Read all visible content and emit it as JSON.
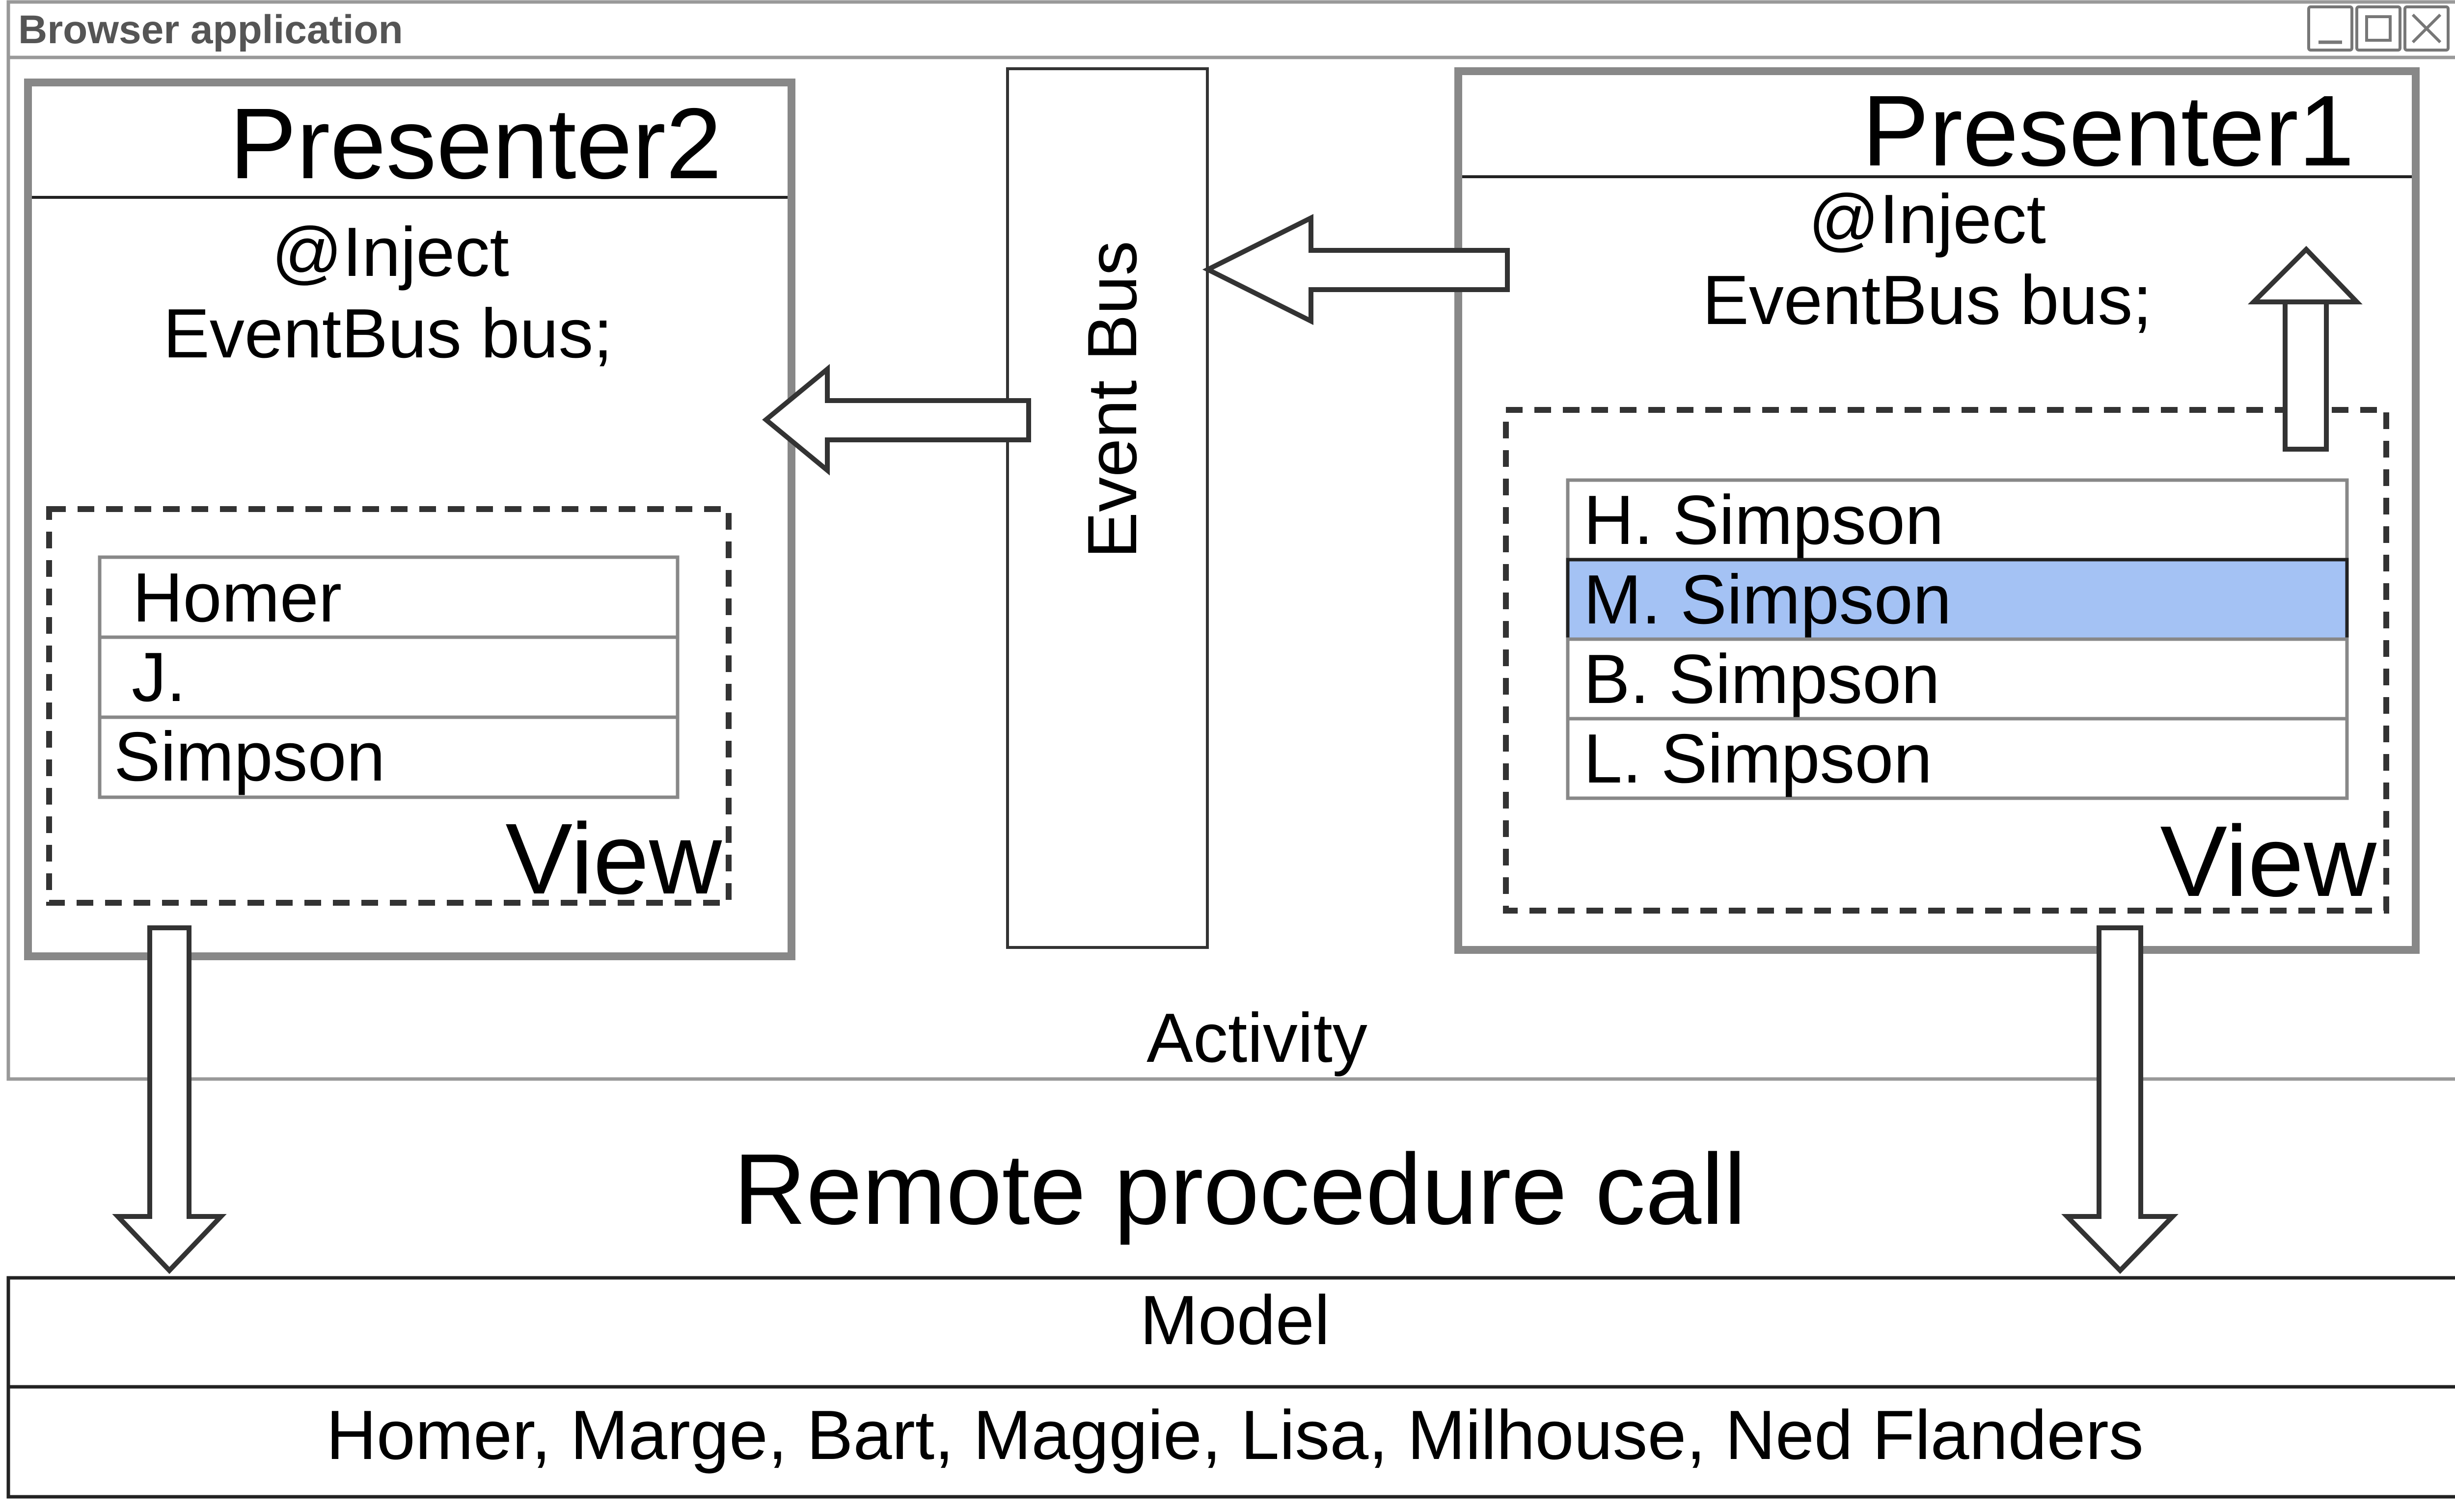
{
  "window": {
    "title": "Browser application",
    "controls": [
      "minimize-icon",
      "maximize-icon",
      "close-icon"
    ]
  },
  "presenter2": {
    "title": "Presenter2",
    "inject_line1": "@Inject",
    "inject_line2": "EventBus bus;",
    "view_label": "View",
    "fields": [
      "Homer",
      "J.",
      "Simpson"
    ]
  },
  "event_bus": {
    "label": "Event Bus"
  },
  "presenter1": {
    "title": "Presenter1",
    "inject_line1": "@Inject",
    "inject_line2": "EventBus bus;",
    "view_label": "View",
    "list_items": [
      "H. Simpson",
      "M. Simpson",
      "B. Simpson",
      "L. Simpson"
    ],
    "selected_item": "M. Simpson"
  },
  "activity": {
    "label": "Activity"
  },
  "rpc": {
    "label": "Remote procedure call"
  },
  "model": {
    "title": "Model",
    "content": "Homer, Marge, Bart, Maggie, Lisa, Milhouse, Ned Flanders"
  },
  "colors": {
    "stroke": "#333333",
    "light_stroke": "#888888",
    "frame_stroke": "#999999",
    "selection": "#a4c2f4",
    "text": "#000000",
    "title_text": "#555555"
  }
}
